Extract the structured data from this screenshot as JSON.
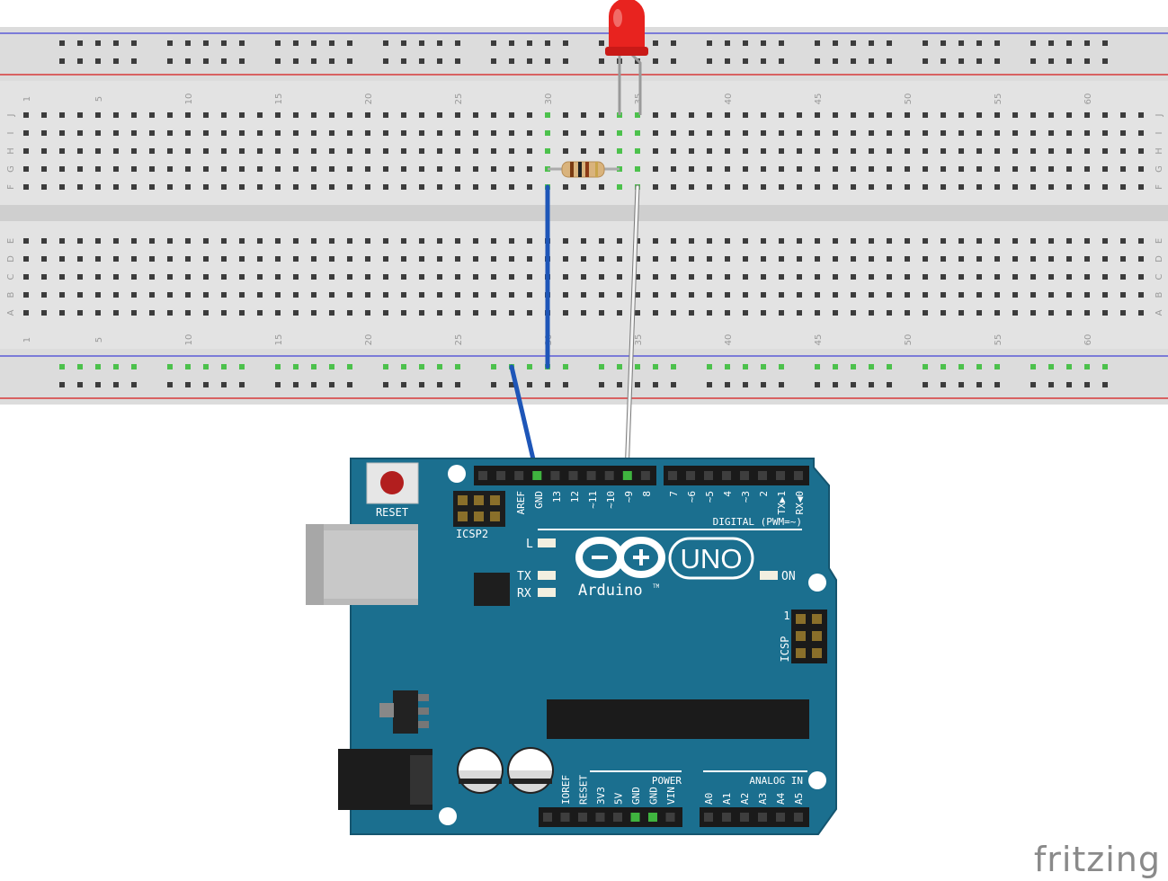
{
  "breadboard": {
    "columns": 63,
    "column_number_labels": [
      "1",
      "5",
      "10",
      "15",
      "20",
      "25",
      "30",
      "35",
      "40",
      "45",
      "50",
      "55",
      "60"
    ],
    "row_labels_top": [
      "J",
      "I",
      "H",
      "G",
      "F"
    ],
    "row_labels_bottom": [
      "E",
      "D",
      "C",
      "B",
      "A"
    ]
  },
  "board": {
    "reset_label": "RESET",
    "icsp2_label": "ICSP2",
    "icsp_label": "ICSP",
    "icsp_pin1": "1",
    "digital_label": "DIGITAL (PWM=~)",
    "l_label": "L",
    "tx_label": "TX",
    "rx_label": "RX",
    "on_label": "ON",
    "brand": "Arduino",
    "tm": "TM",
    "model": "UNO",
    "power_label": "POWER",
    "analog_label": "ANALOG IN",
    "top_pins_left": [
      "AREF",
      "GND",
      "13",
      "12",
      "~11",
      "~10",
      "~9",
      "8"
    ],
    "top_pins_right": [
      "7",
      "~6",
      "~5",
      "4",
      "~3",
      "2",
      "TX▶1",
      "RX◀0"
    ],
    "power_pins": [
      "IOREF",
      "RESET",
      "3V3",
      "5V",
      "GND",
      "GND",
      "VIN"
    ],
    "analog_pins": [
      "A0",
      "A1",
      "A2",
      "A3",
      "A4",
      "A5"
    ]
  },
  "components": {
    "led_color": "#e8231f",
    "resistor_color": "#d8b07a",
    "wire_gnd_color": "#1f5fc4",
    "wire_signal_color": "#f2f2f2",
    "board_color": "#1b6f8f"
  },
  "watermark": "fritzing"
}
